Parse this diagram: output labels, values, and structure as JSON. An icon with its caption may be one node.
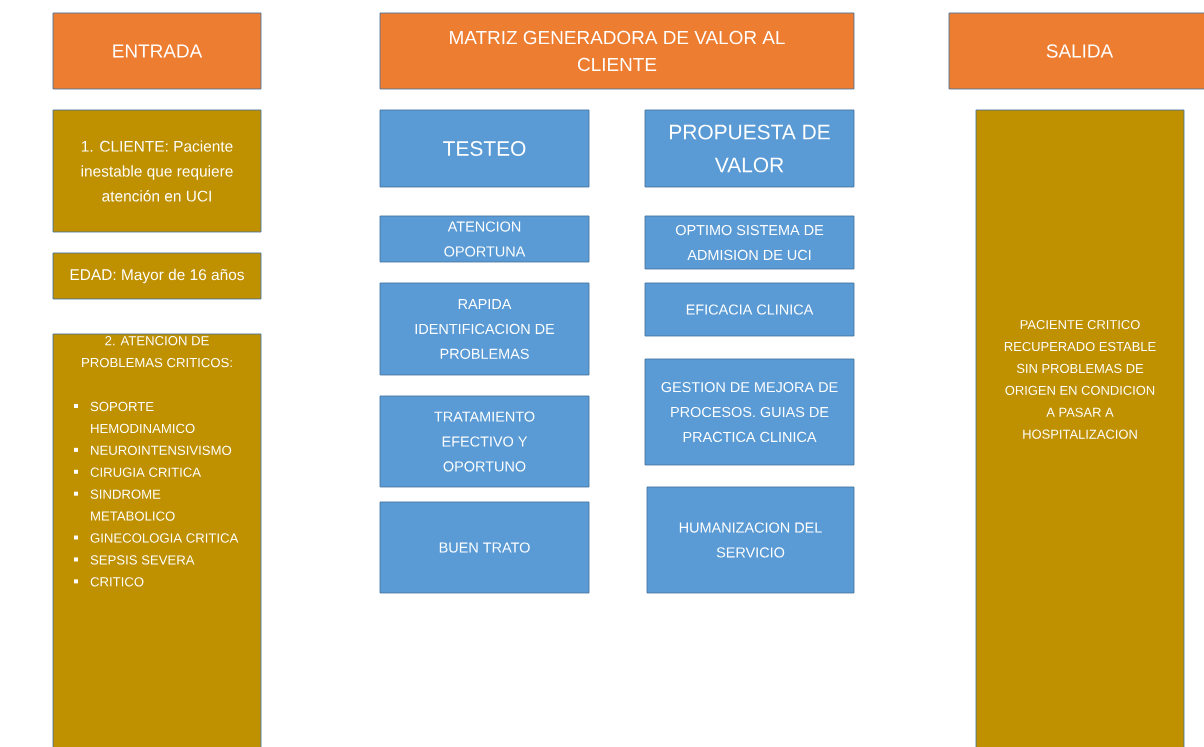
{
  "diagram": {
    "nodes": [
      {
        "text": [
          "ENTRADA"
        ]
      },
      {
        "text": [
          "MATRIZ GENERADORA DE VALOR AL CLIENTE"
        ]
      },
      {
        "text": [
          "SALIDA"
        ]
      },
      {
        "text": [
          "1. CLIENTE: Paciente inestable que requiere atención en UCI"
        ]
      },
      {
        "text": [
          "EDAD: Mayor de 16 años"
        ]
      },
      {
        "text": [
          "2. ATENCION DE PROBLEMAS CRITICOS:",
          "SOPORTE HEMODINAMICO",
          "NEUROINTENSIVISMO",
          "CIRUGIA CRITICA",
          "SINDROME METABOLICO",
          "GINECOLOGIA CRITICA",
          "SEPSIS SEVERA",
          "CRITICO"
        ]
      },
      {
        "text": [
          "TESTEO"
        ]
      },
      {
        "text": [
          "PROPUESTA DE VALOR"
        ]
      },
      {
        "text": [
          "ATENCION OPORTUNA"
        ]
      },
      {
        "text": [
          "OPTIMO SISTEMA DE ADMISION DE UCI"
        ]
      },
      {
        "text": [
          "RAPIDA IDENTIFICACION DE PROBLEMAS"
        ]
      },
      {
        "text": [
          "EFICACIA CLINICA"
        ]
      },
      {
        "text": [
          "TRATAMIENTO EFECTIVO Y OPORTUNO"
        ]
      },
      {
        "text": [
          "GESTION DE MEJORA DE PROCESOS. GUIAS DE PRACTICA CLINICA"
        ]
      },
      {
        "text": [
          "BUEN TRATO"
        ]
      },
      {
        "text": [
          "HUMANIZACION DEL SERVICIO"
        ]
      },
      {
        "text": [
          "PACIENTE CRITICO RECUPERADO ESTABLE SIN PROBLEMAS DE ORIGEN EN CONDICION A PASAR A HOSPITALIZACION"
        ]
      }
    ]
  }
}
